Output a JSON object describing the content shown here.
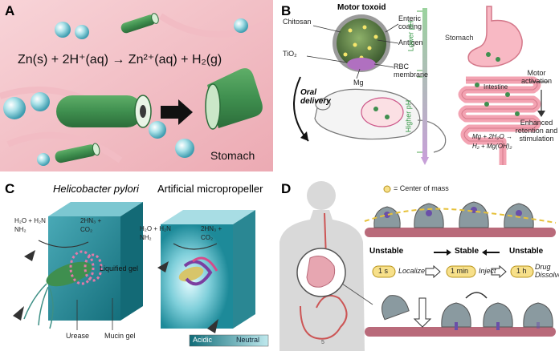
{
  "panels": [
    {
      "label": "A"
    },
    {
      "label": "B"
    },
    {
      "label": "C"
    },
    {
      "label": "D"
    }
  ],
  "panel_a": {
    "equation": "Zn(s) + 2H⁺(aq) → Zn²⁺(aq) + H₂(g)",
    "location": "Stomach",
    "colors": {
      "background": "#f4c6cc",
      "tube": "#3f8f4f",
      "bubble": "#7ecbd6"
    }
  },
  "panel_b": {
    "title": "Motor toxoid",
    "labels": {
      "chitosan": "Chitosan",
      "enteric": "Enteric coating",
      "antigen": "Antigen",
      "tio2": "TiO₂",
      "rbc": "RBC membrane",
      "mg": "Mg",
      "oral": "Oral delivery",
      "lower_ph": "Lower pH",
      "higher_ph": "Higher pH",
      "stomach": "Stomach",
      "intestine": "Intestine",
      "motor_activation": "Motor activation",
      "enhanced": "Enhanced retention and stimulation",
      "reaction1": "Mg + 2H₂O →",
      "reaction2": "H₂ + Mg(OH)₂"
    }
  },
  "panel_c": {
    "title_left": "Helicobacter pylori",
    "title_right": "Artificial micropropeller",
    "left_reaction": {
      "reactants": "H₂O + H₂N NH₂",
      "products": "2HN₃ + CO₂"
    },
    "right_reaction": {
      "reactants": "H₂O + H₂N NH₂",
      "products": "2HN₃ + CO₂"
    },
    "liquified": "Liquified gel",
    "urease": "Urease",
    "mucin": "Mucin gel",
    "legend_acidic": "Acidic",
    "legend_neutral": "Neutral",
    "colors": {
      "cube": "#1d8a99",
      "cube_light": "#6fc4cf"
    }
  },
  "panel_d": {
    "center_mass": "= Center of mass",
    "unstable_left": "Unstable",
    "stable": "Stable",
    "unstable_right": "Unstable",
    "steps": [
      {
        "time": "1 s",
        "text": "Localize"
      },
      {
        "time": "1 min",
        "text": "Inject"
      },
      {
        "time": "1 h",
        "text": "Drug Dissolves"
      }
    ],
    "small_mark": "5",
    "colors": {
      "tissue": "#b96a7a",
      "capsule": "#8a7dbf",
      "timebox": "#f7e08a"
    }
  }
}
